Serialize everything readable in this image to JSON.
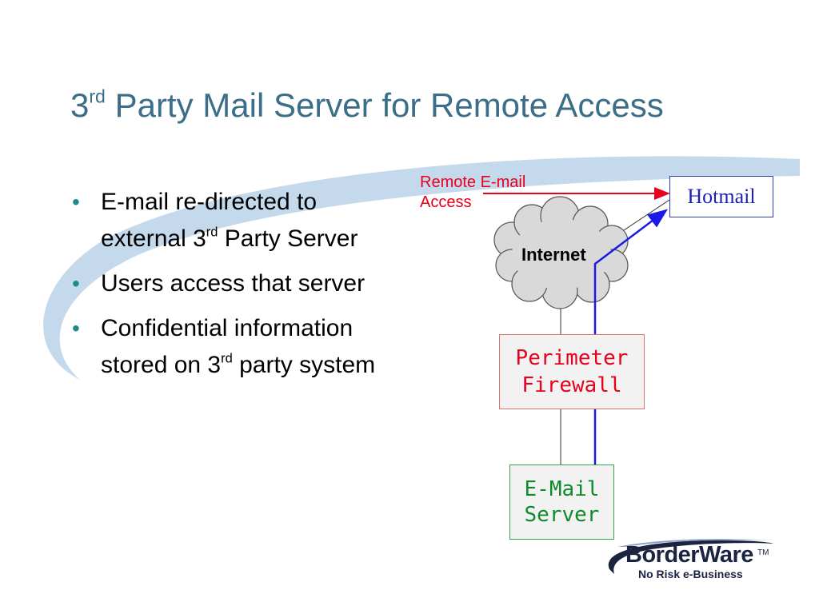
{
  "slide": {
    "title_prefix": "3",
    "title_sup": "rd",
    "title_rest": " Party Mail Server for Remote Access"
  },
  "bullets": [
    {
      "text_a": "E-mail re-directed to external 3",
      "sup": "rd",
      "text_b": " Party Server"
    },
    {
      "text_a": "Users access that server",
      "sup": "",
      "text_b": ""
    },
    {
      "text_a": "Confidential information stored on 3",
      "sup": "rd",
      "text_b": " party system"
    }
  ],
  "diagram": {
    "remote_label_line1": "Remote E-mail",
    "remote_label_line2": "Access",
    "hotmail": "Hotmail",
    "internet": "Internet",
    "firewall_line1": "Perimeter",
    "firewall_line2": "Firewall",
    "mail_line1": "E-Mail",
    "mail_line2": "Server"
  },
  "logo": {
    "name": "BorderWare",
    "tm": "TM",
    "tagline": "No Risk e-Business"
  },
  "colors": {
    "title": "#3b6e88",
    "swoosh": "#c5d9ec",
    "remote_arrow": "#e8001c",
    "redirect_arrow": "#1a1ae6",
    "bullet_marker": "#1f8a8a"
  }
}
